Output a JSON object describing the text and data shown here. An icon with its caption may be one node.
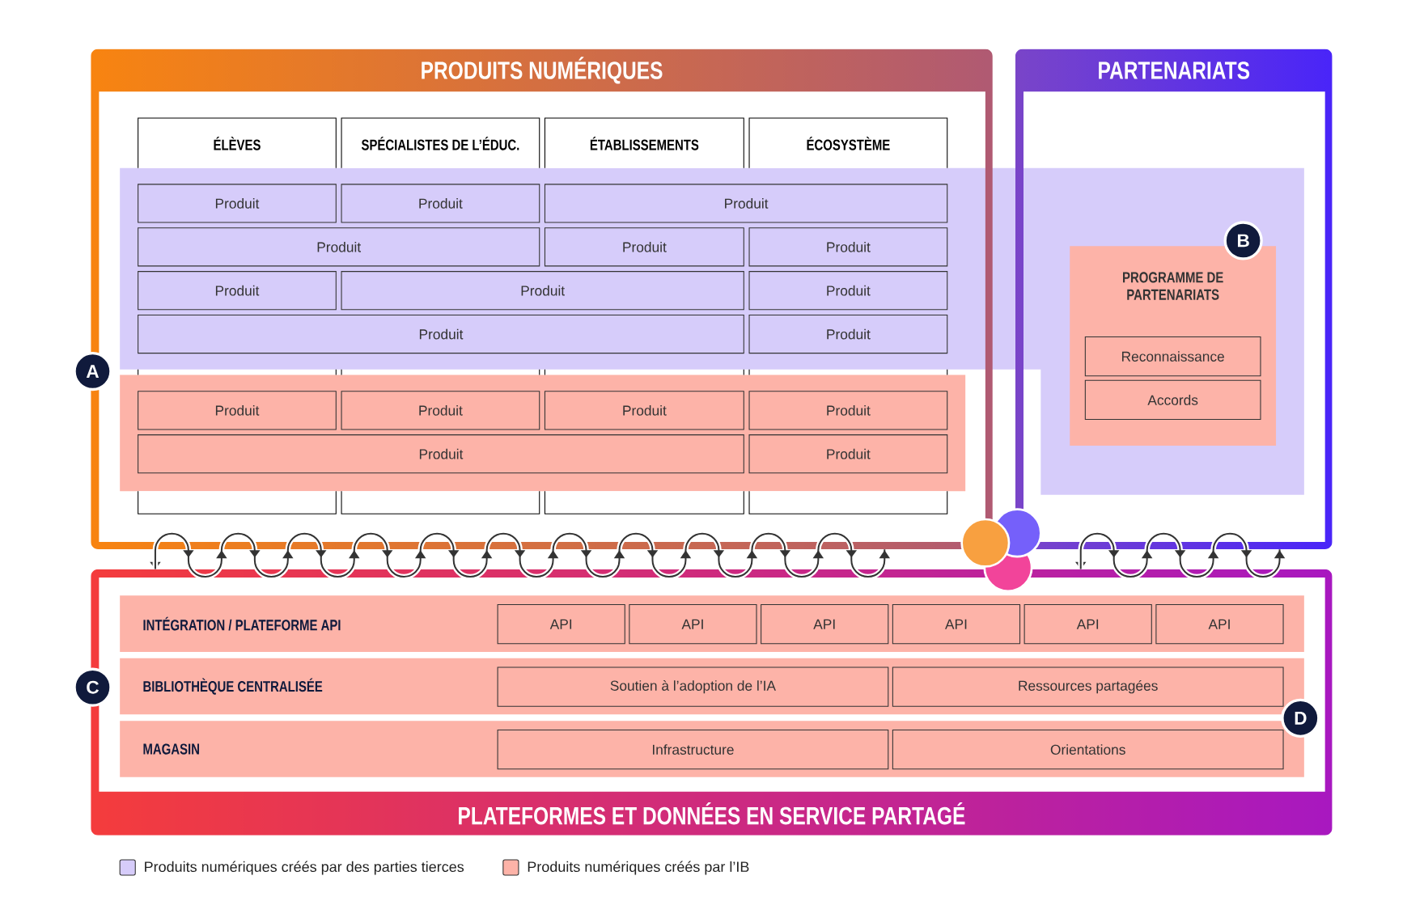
{
  "diagram": {
    "nodes": [
      {
        "text": [
          "PRODUITS NUMÉRIQUES"
        ]
      },
      {
        "text": [
          "ÉLÈVES"
        ],
        "in": 0
      },
      {
        "text": [
          "SPÉCIALISTES DE L’ÉDUC."
        ],
        "in": 0
      },
      {
        "text": [
          "ÉTABLISSEMENTS"
        ],
        "in": 0
      },
      {
        "text": [
          "ÉCOSYSTÈME"
        ],
        "in": 0
      },
      {
        "text": [
          "Produit"
        ],
        "in": 1
      },
      {
        "text": [
          "Produit"
        ],
        "in": 2
      },
      {
        "text": [
          "Produit"
        ],
        "in": 0
      },
      {
        "text": [
          "Produit"
        ],
        "in": 0
      },
      {
        "text": [
          "Produit"
        ],
        "in": 3
      },
      {
        "text": [
          "Produit"
        ],
        "in": 4
      },
      {
        "text": [
          "Produit"
        ],
        "in": 1
      },
      {
        "text": [
          "Produit"
        ],
        "in": 0
      },
      {
        "text": [
          "Produit"
        ],
        "in": 4
      },
      {
        "text": [
          "Produit"
        ],
        "in": 0
      },
      {
        "text": [
          "Produit"
        ],
        "in": 4
      },
      {
        "text": [
          "Produit"
        ],
        "in": 1
      },
      {
        "text": [
          "Produit"
        ],
        "in": 2
      },
      {
        "text": [
          "Produit"
        ],
        "in": 3
      },
      {
        "text": [
          "Produit"
        ],
        "in": 4
      },
      {
        "text": [
          "Produit"
        ],
        "in": 0
      },
      {
        "text": [
          "Produit"
        ],
        "in": 4
      },
      {
        "text": [
          "PARTENARIATS"
        ]
      },
      {
        "text": [
          "PROGRAMME DE PARTENARIATS"
        ],
        "in": 22
      },
      {
        "text": [
          "Reconnaissance"
        ],
        "in": 23
      },
      {
        "text": [
          "Accords"
        ],
        "in": 23
      },
      {
        "text": [
          "PLATEFORMES ET DONNÉES EN SERVICE PARTAGÉ"
        ]
      },
      {
        "text": [
          "INTÉGRATION / PLATEFORME API"
        ],
        "in": 26
      },
      {
        "text": [
          "API"
        ],
        "in": 27
      },
      {
        "text": [
          "API"
        ],
        "in": 27
      },
      {
        "text": [
          "API"
        ],
        "in": 27
      },
      {
        "text": [
          "API"
        ],
        "in": 27
      },
      {
        "text": [
          "API"
        ],
        "in": 27
      },
      {
        "text": [
          "API"
        ],
        "in": 27
      },
      {
        "text": [
          "BIBLIOTHÈQUE CENTRALISÉE"
        ],
        "in": 26
      },
      {
        "text": [
          "Soutien à l’adoption de l’IA"
        ],
        "in": 34
      },
      {
        "text": [
          "Ressources partagées"
        ],
        "in": 34
      },
      {
        "text": [
          "MAGASIN"
        ],
        "in": 26
      },
      {
        "text": [
          "Infrastructure"
        ],
        "in": 37
      },
      {
        "text": [
          "Orientations"
        ],
        "in": 37
      },
      {
        "text": [
          "A"
        ]
      },
      {
        "text": [
          "B"
        ],
        "in": 22
      },
      {
        "text": [
          "C"
        ]
      },
      {
        "text": [
          "D"
        ],
        "in": 26
      }
    ],
    "edges": [
      {
        "from": 0,
        "to": 26,
        "arrow": "both"
      },
      {
        "from": 22,
        "to": 26,
        "arrow": "both"
      }
    ],
    "legend": [
      {
        "text": "Produits numériques créés par des parties tierces",
        "color": "#d6ccfa"
      },
      {
        "text": "Produits numériques créés par l’IB",
        "color": "#fdb3a8"
      }
    ]
  }
}
